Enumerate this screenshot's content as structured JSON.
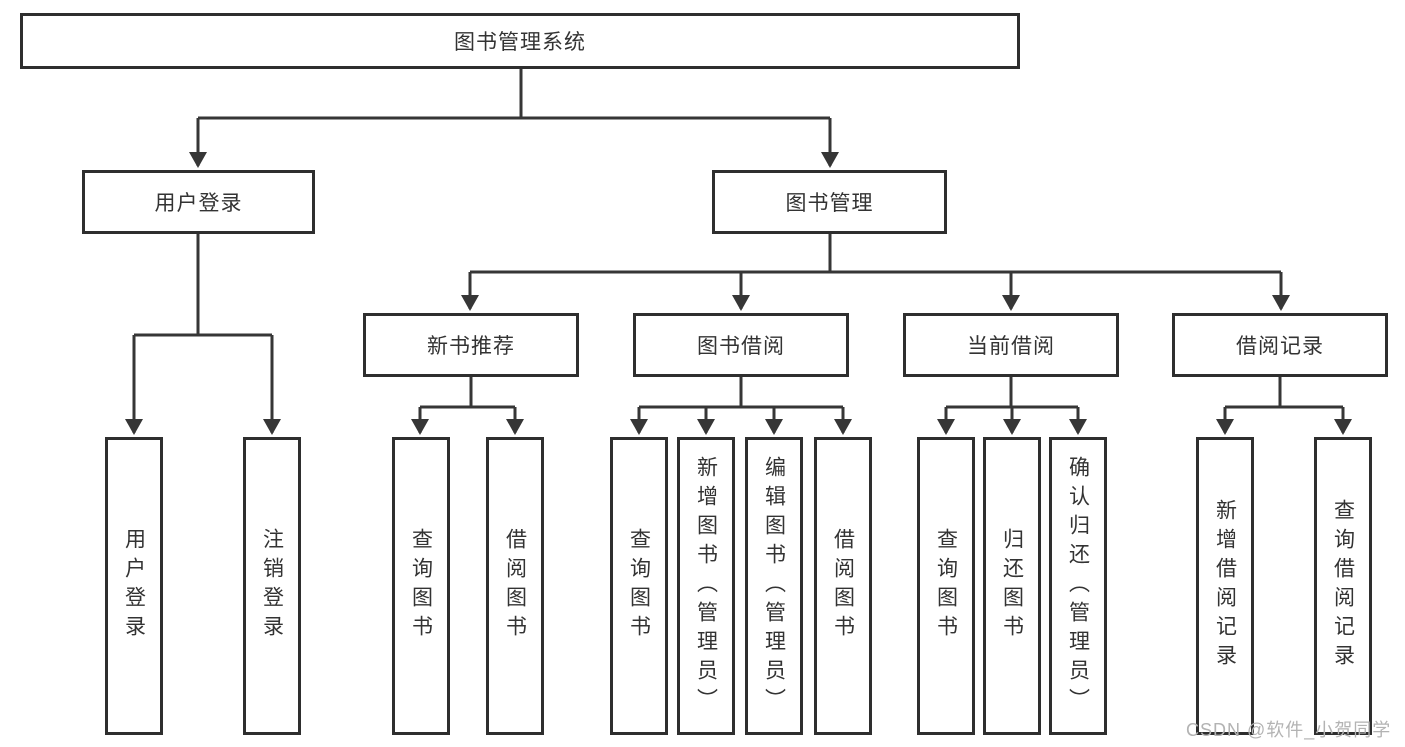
{
  "diagram": {
    "root": "图书管理系统",
    "level2": {
      "user_login": "用户登录",
      "book_management": "图书管理"
    },
    "level3": {
      "new_book_recommend": "新书推荐",
      "book_borrowing": "图书借阅",
      "current_borrowing": "当前借阅",
      "borrowing_records": "借阅记录"
    },
    "leaves": {
      "user_login": "用户登录",
      "logout": "注销登录",
      "nb_query_books": "查询图书",
      "nb_borrow_books": "借阅图书",
      "bb_query_books": "查询图书",
      "bb_add_books_admin": "新增图书（管理员）",
      "bb_edit_books_admin": "编辑图书（管理员）",
      "bb_borrow_books": "借阅图书",
      "cb_query_books": "查询图书",
      "cb_return_books": "归还图书",
      "cb_confirm_return_admin": "确认归还（管理员）",
      "br_add_record": "新增借阅记录",
      "br_query_record": "查询借阅记录"
    }
  },
  "watermark": "CSDN @软件_小贺同学",
  "colors": {
    "line": "#363636",
    "border": "#2e2e2e",
    "text": "#333333",
    "background": "#ffffff",
    "watermark": "#b3b3b3"
  }
}
